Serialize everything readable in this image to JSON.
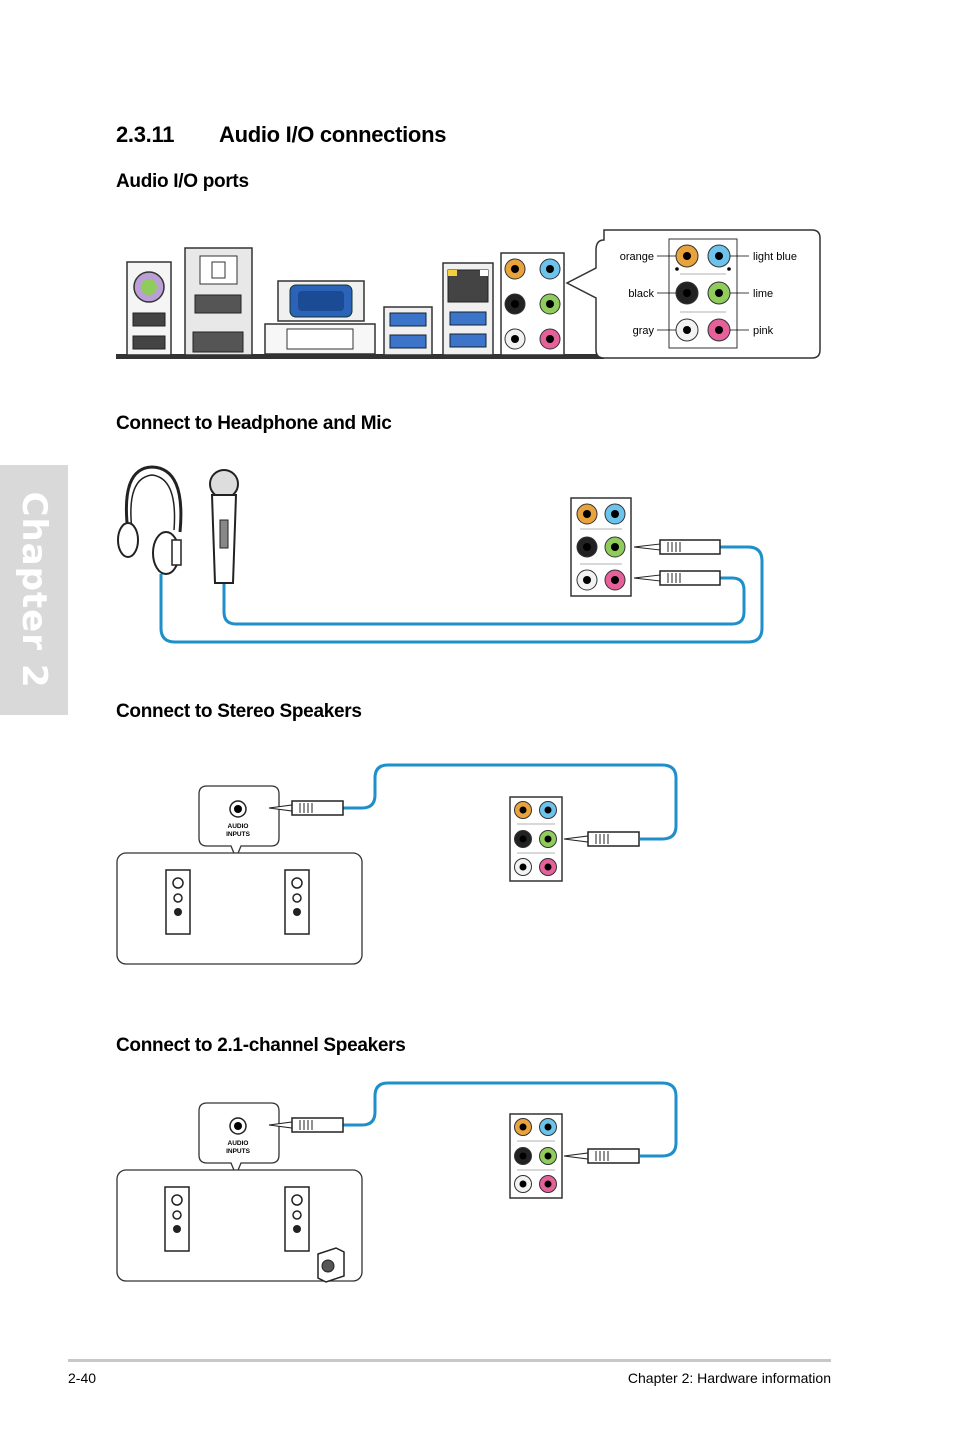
{
  "chapter_tab": "Chapter 2",
  "section": {
    "number": "2.3.11",
    "title": "Audio I/O connections"
  },
  "subsections": {
    "ports": "Audio I/O ports",
    "headphone": "Connect to Headphone and Mic",
    "stereo": "Connect to Stereo Speakers",
    "channel21": "Connect to 2.1-channel Speakers"
  },
  "port_labels": {
    "orange": "orange",
    "black": "black",
    "gray": "gray",
    "light_blue": "light blue",
    "lime": "lime",
    "pink": "pink"
  },
  "speaker_input_label": [
    "AUDIO",
    "INPUTS"
  ],
  "colors": {
    "orange": "#e8a33c",
    "light_blue": "#6cc4ec",
    "black": "#222222",
    "lime": "#8fcc5c",
    "gray": "#f2f2f2",
    "pink": "#e6609a",
    "cable": "#1e8fc8"
  },
  "footer": {
    "page": "2-40",
    "chapter": "Chapter 2: Hardware information"
  }
}
